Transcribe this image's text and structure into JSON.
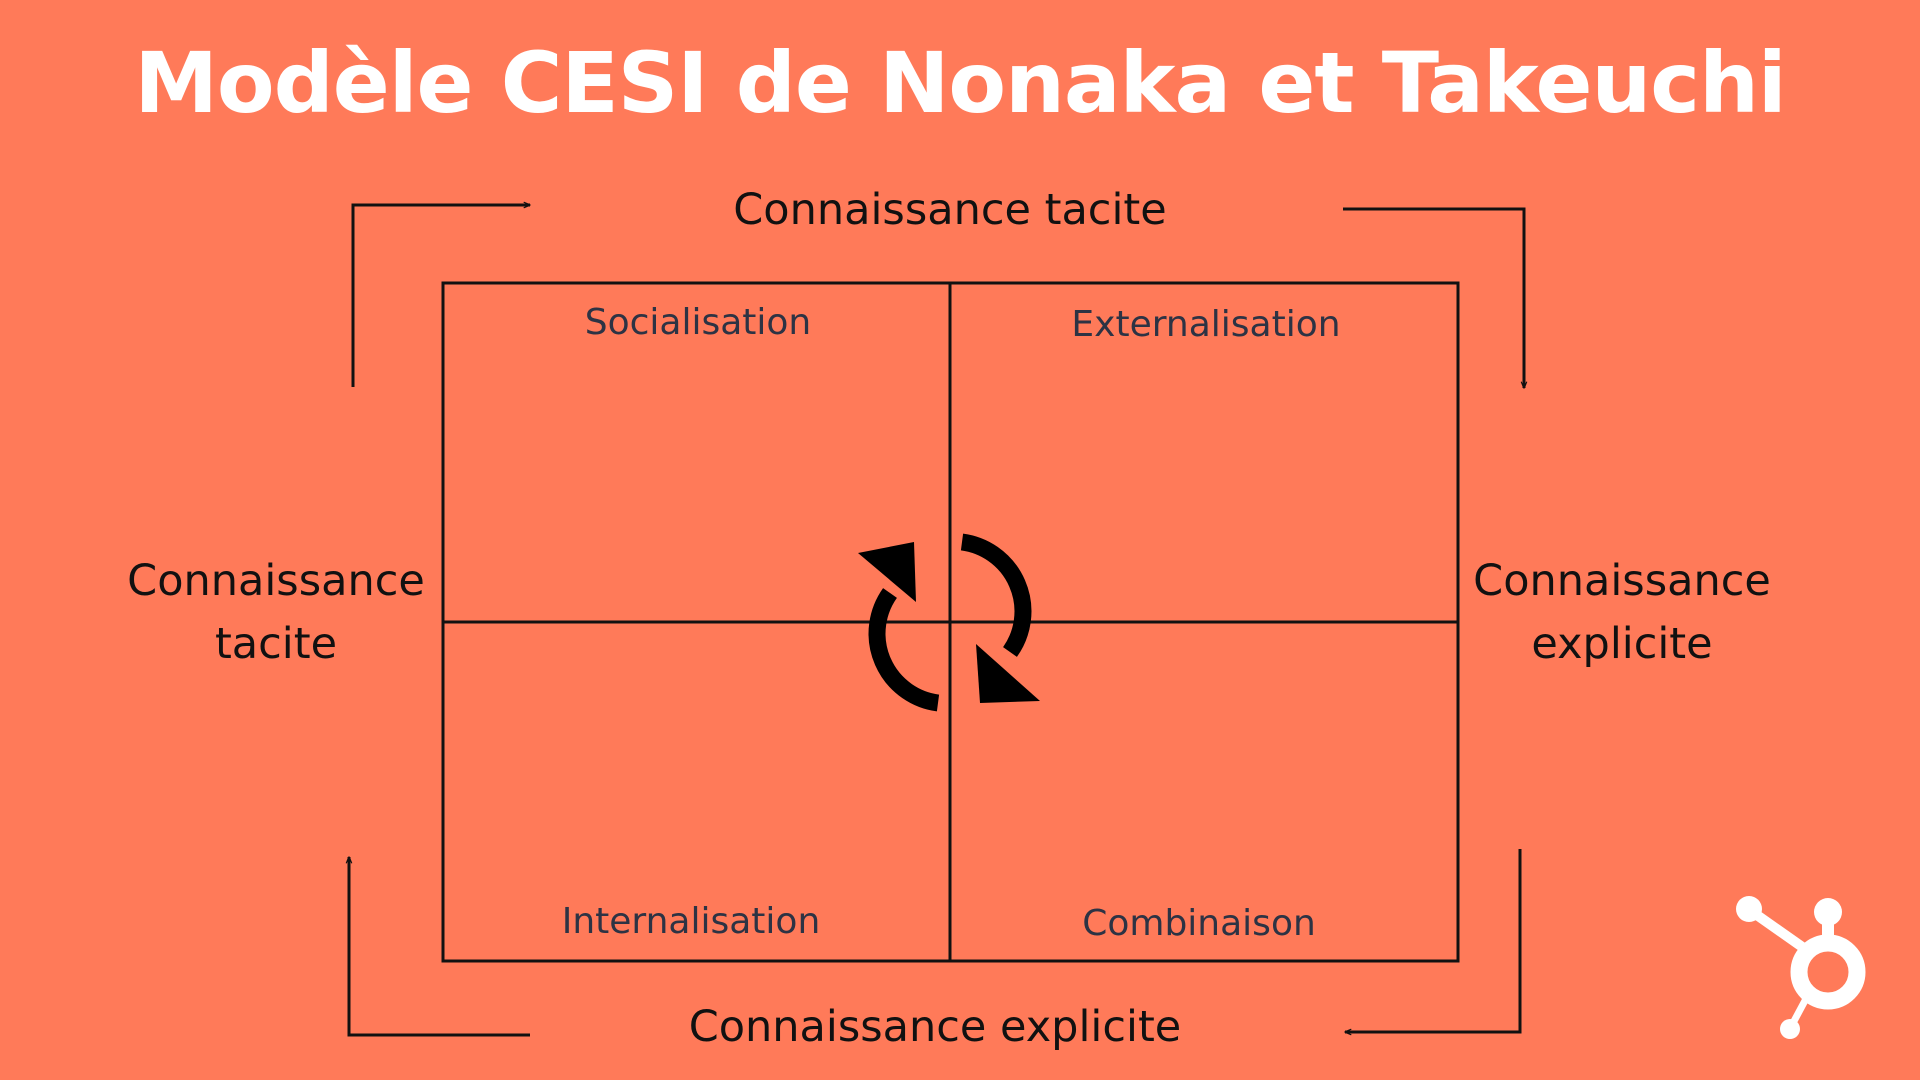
{
  "colors": {
    "background": "#FF7A59",
    "title": "#ffffff",
    "lines": "#111111",
    "quadrant_text": "#2d3344",
    "logo": "#ffffff"
  },
  "title": "Modèle CESI de Nonaka et Takeuchi",
  "axes": {
    "top": "Connaissance tacite",
    "bottom": "Connaissance explicite",
    "left": "Connaissance tacite",
    "right": "Connaissance explicite"
  },
  "quadrants": {
    "top_left": "Socialisation",
    "top_right": "Externalisation",
    "bottom_left": "Internalisation",
    "bottom_right": "Combinaison"
  },
  "icons": {
    "cycle": "refresh-cycle-icon",
    "logo": "hubspot-sprocket-icon"
  }
}
